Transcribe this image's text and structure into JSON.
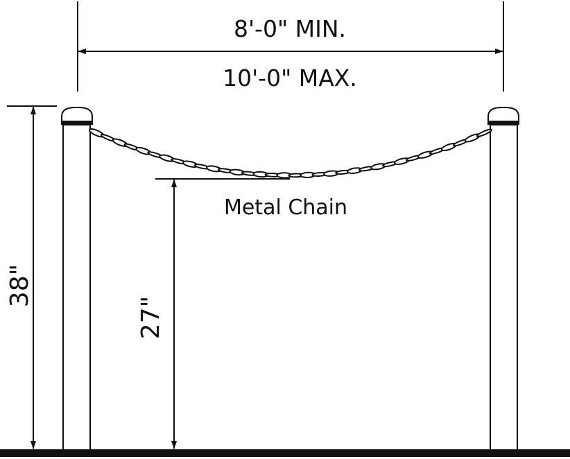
{
  "diagram": {
    "span_min_label": "8'-0\" MIN.",
    "span_max_label": "10'-0\" MAX.",
    "post_height_label": "38\"",
    "chain_height_label": "27\"",
    "chain_label": "Metal Chain"
  },
  "colors": {
    "line": "#111111",
    "background": "#ffffff"
  },
  "icons": {
    "post_cap": "dome-cap",
    "dimension_ends": "arrowheads"
  }
}
